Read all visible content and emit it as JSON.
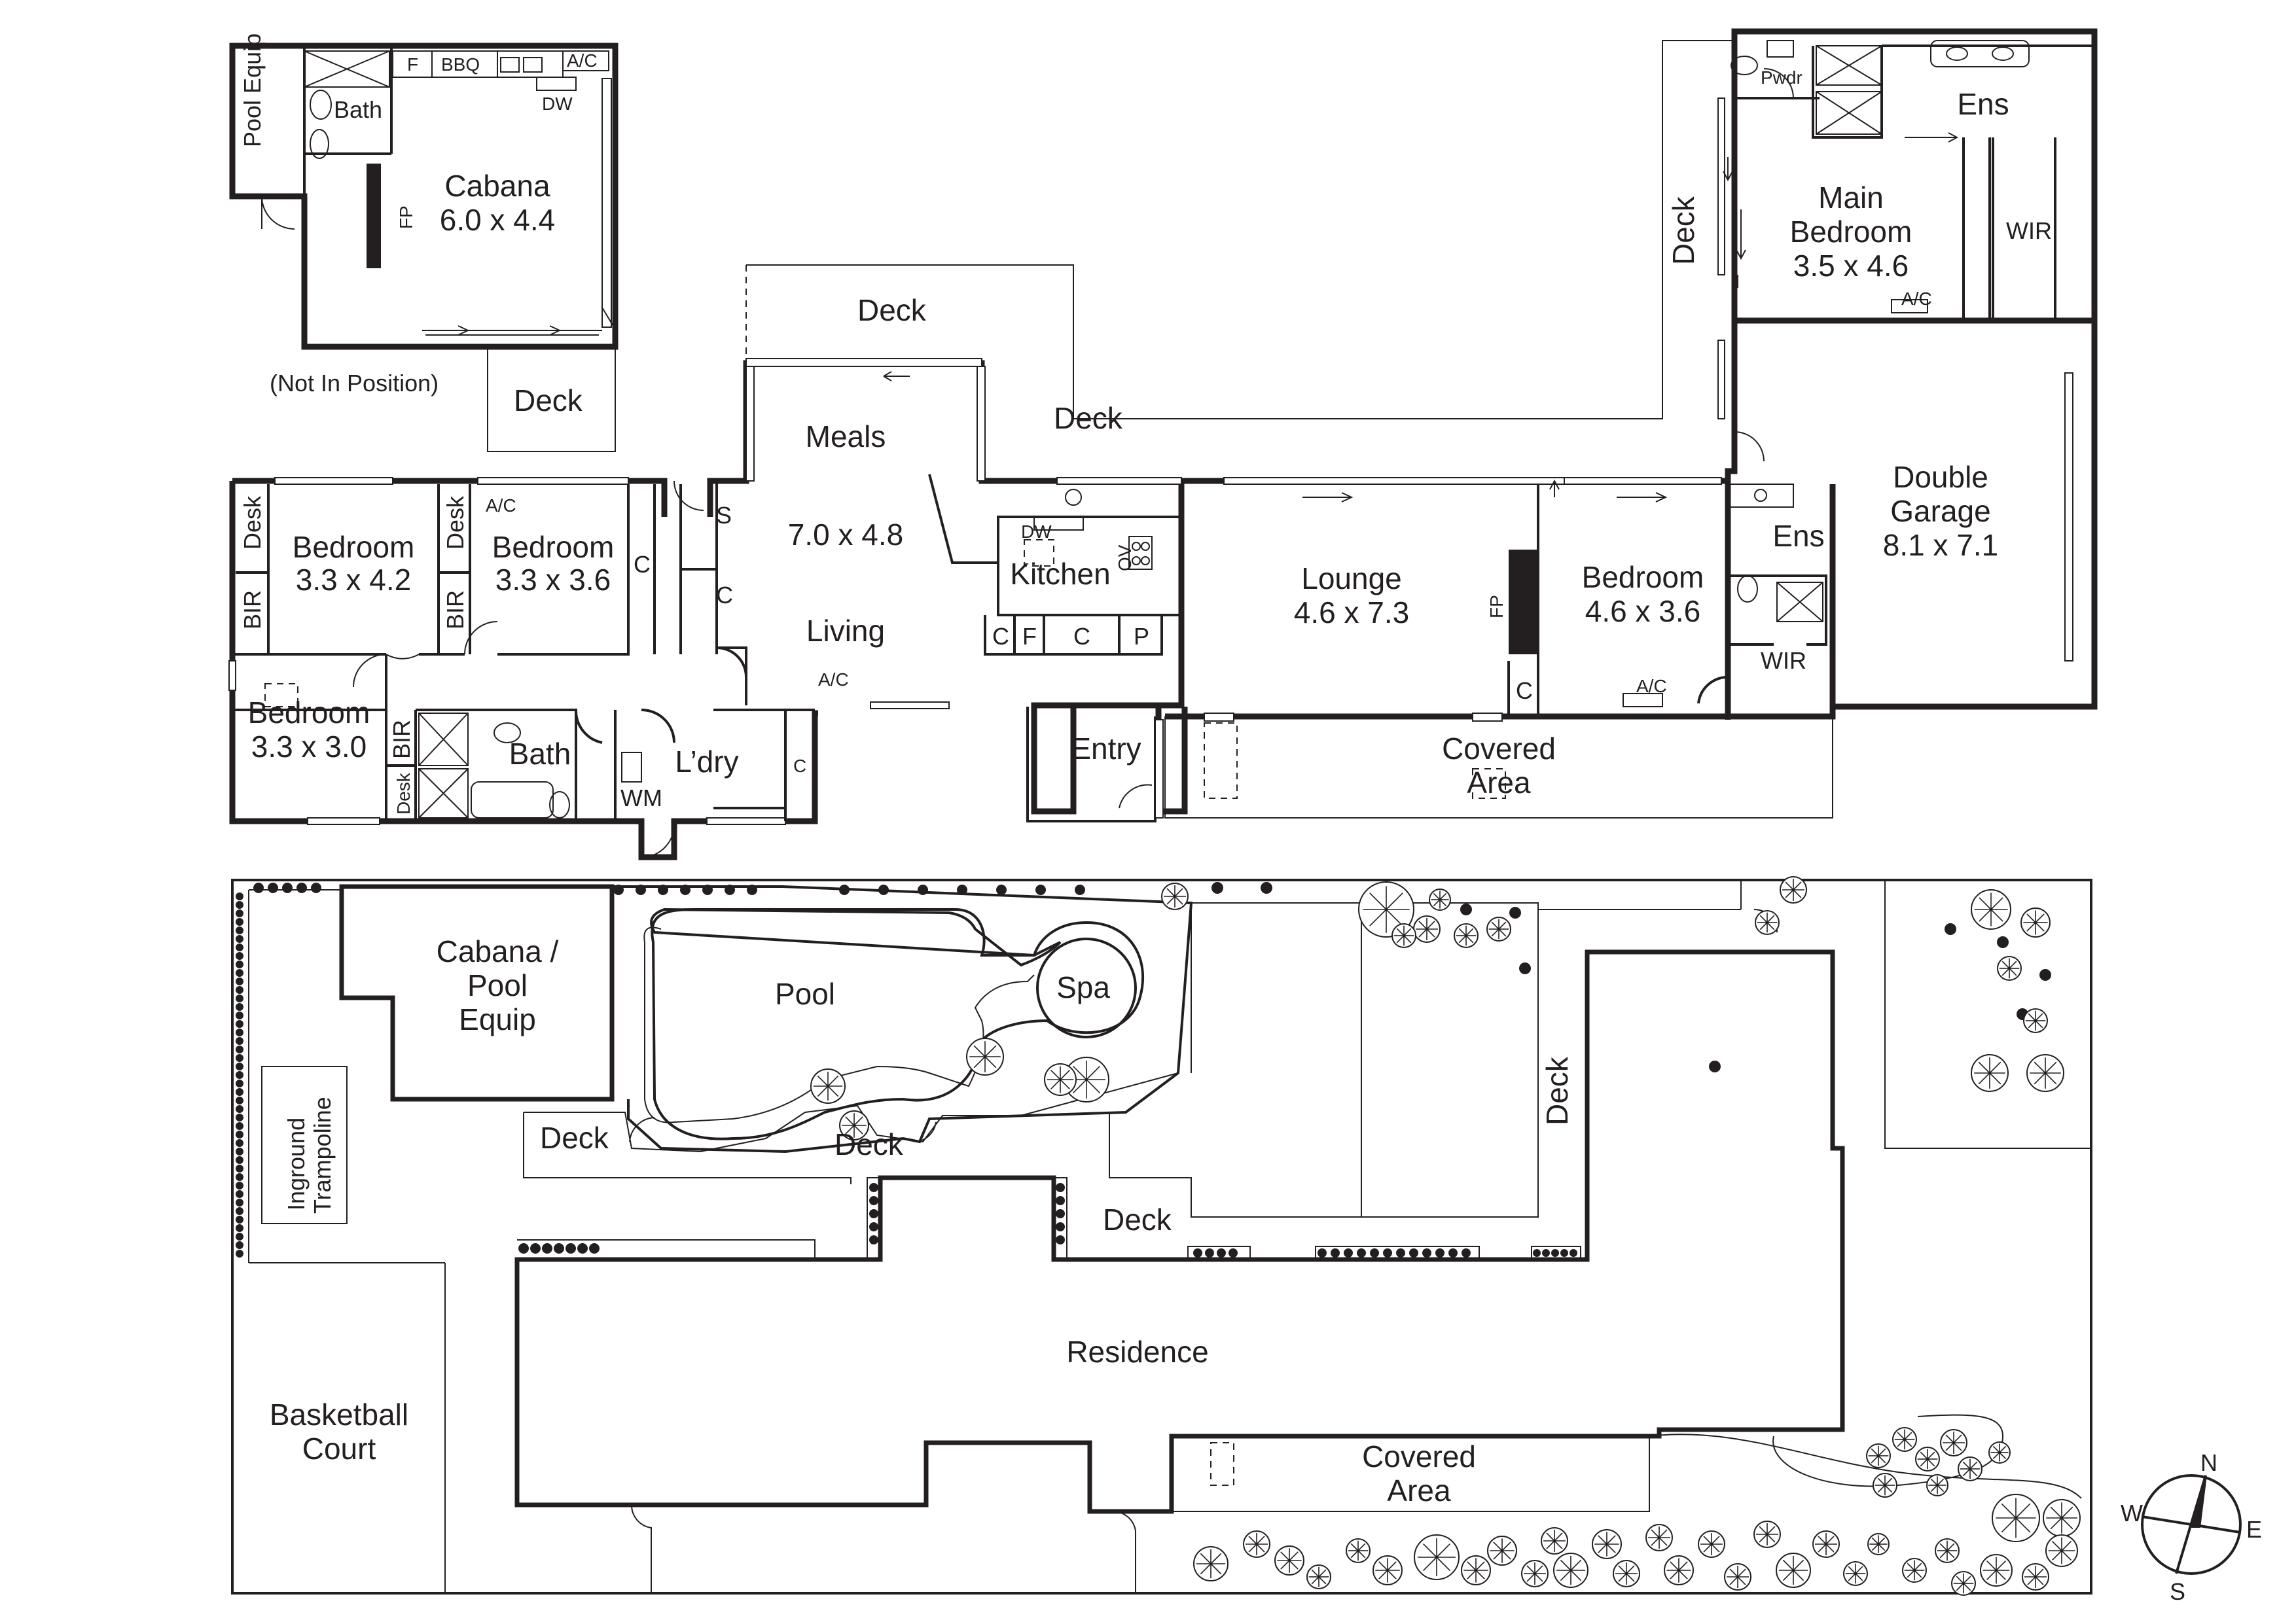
{
  "rooms": {
    "pool_equip": "Pool Equip",
    "bath_cabana": "Bath",
    "fridge": "F",
    "bbq": "BBQ",
    "ac": "A/C",
    "dw": "DW",
    "cabana_name": "Cabana",
    "cabana_size": "6.0 x 4.4",
    "fp": "FP",
    "not_in_position": "(Not In Position)",
    "deck": "Deck",
    "meals": "Meals",
    "living_size": "7.0 x 4.8",
    "living": "Living",
    "kitchen": "Kitchen",
    "ov": "OV",
    "desk": "Desk",
    "bir": "BIR",
    "bedroom": "Bedroom",
    "bed1_size": "3.3 x 4.2",
    "bed2_size": "3.3 x 3.6",
    "bed3_size": "3.3 x 3.0",
    "closet": "C",
    "shelf": "S",
    "pantry": "P",
    "bath": "Bath",
    "laundry": "L’dry",
    "wm": "WM",
    "entry": "Entry",
    "lounge": "Lounge",
    "lounge_size": "4.6 x 7.3",
    "bed4_size": "4.6 x 3.6",
    "covered": "Covered",
    "area": "Area",
    "ens": "Ens",
    "wir": "WIR",
    "main": "Main",
    "main_bedroom": "Bedroom",
    "main_size": "3.5 x 4.6",
    "pwdr": "Pwdr",
    "double": "Double",
    "garage": "Garage",
    "garage_size": "8.1 x 7.1"
  },
  "site": {
    "cabana_pool": "Cabana /",
    "pool_word": "Pool",
    "equip_word": "Equip",
    "pool": "Pool",
    "spa": "Spa",
    "inground": "Inground",
    "trampoline": "Trampoline",
    "basketball": "Basketball",
    "court": "Court",
    "residence": "Residence",
    "deck": "Deck",
    "covered": "Covered",
    "area": "Area"
  },
  "compass": {
    "n": "N",
    "s": "S",
    "e": "E",
    "w": "W"
  }
}
